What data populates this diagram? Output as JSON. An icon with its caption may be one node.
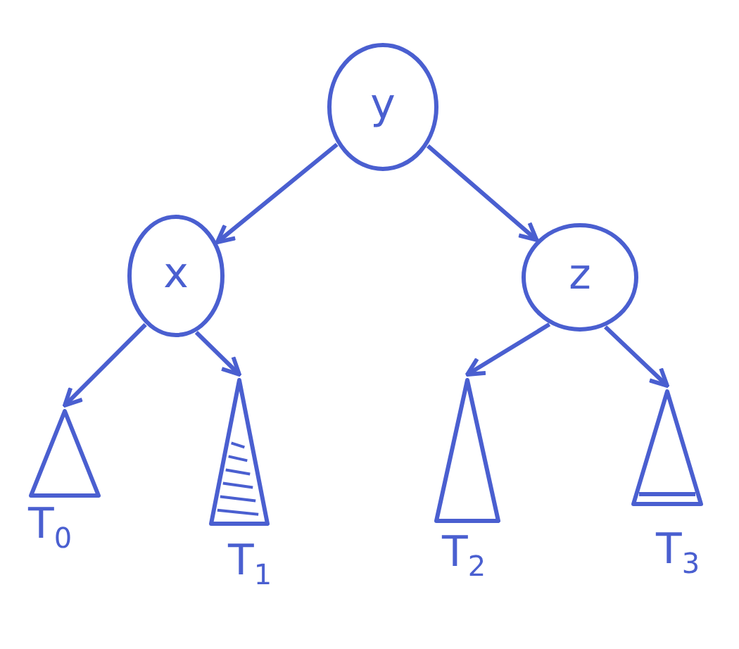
{
  "diagram": {
    "nodes": [
      {
        "text": [
          "y"
        ]
      },
      {
        "text": [
          "x"
        ]
      },
      {
        "text": [
          "z"
        ]
      },
      {
        "text": [],
        "shape": "triangle",
        "beside": [
          "T$_{0}$"
        ]
      },
      {
        "text": [],
        "shape": "triangle",
        "beside": [
          "T$_{1}$"
        ]
      },
      {
        "text": [],
        "shape": "triangle",
        "beside": [
          "T$_{2}$"
        ]
      },
      {
        "text": [],
        "shape": "triangle",
        "beside": [
          "T$_{3}$"
        ]
      }
    ],
    "edges": [
      {
        "from": 0,
        "to": 1,
        "arrow": "to"
      },
      {
        "from": 0,
        "to": 2,
        "arrow": "to"
      },
      {
        "from": 1,
        "to": 3,
        "arrow": "to"
      },
      {
        "from": 1,
        "to": 4,
        "arrow": "to"
      },
      {
        "from": 2,
        "to": 5,
        "arrow": "to"
      },
      {
        "from": 2,
        "to": 6,
        "arrow": "to"
      }
    ]
  }
}
